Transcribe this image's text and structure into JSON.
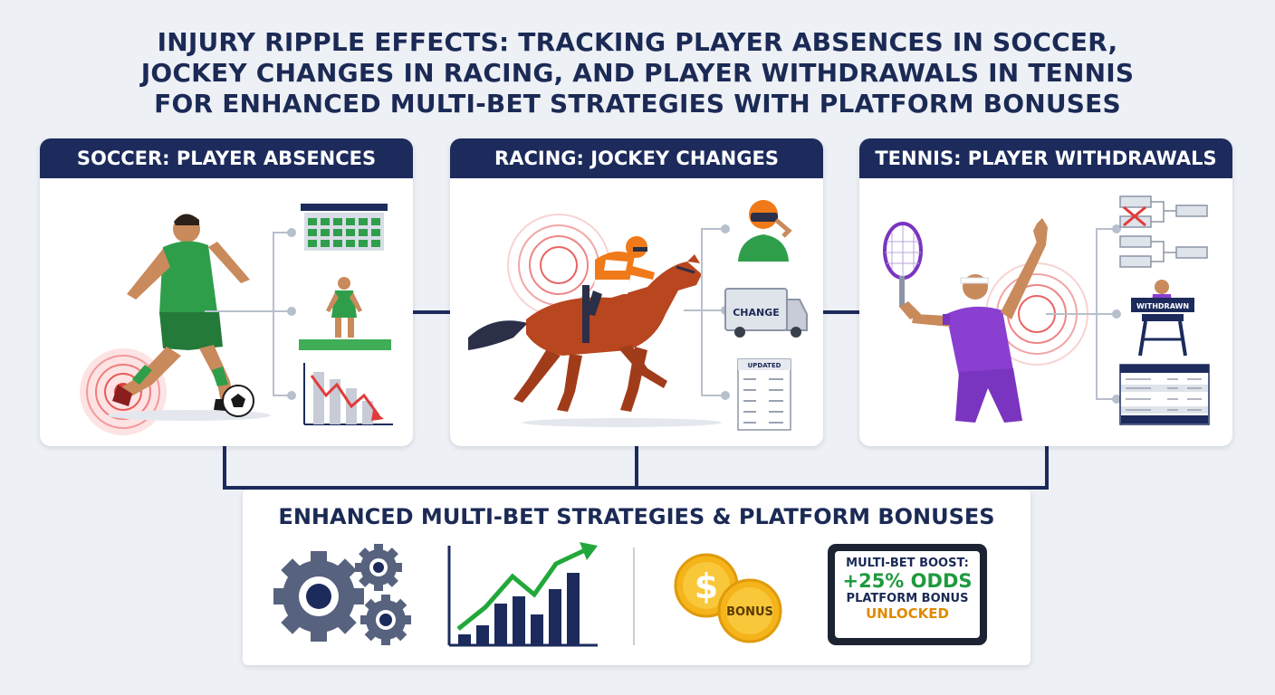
{
  "title": {
    "line1": "INJURY RIPPLE EFFECTS: TRACKING PLAYER ABSENCES IN SOCCER,",
    "line2": "JOCKEY CHANGES IN RACING, AND PLAYER WITHDRAWALS IN TENNIS",
    "line3": "FOR ENHANCED MULTI-BET STRATEGIES WITH PLATFORM BONUSES"
  },
  "panels": {
    "soccer": {
      "header": "SOCCER: PLAYER ABSENCES"
    },
    "racing": {
      "header": "RACING: JOCKEY CHANGES",
      "truck_label": "CHANGE",
      "odds_label": "UPDATED"
    },
    "tennis": {
      "header": "TENNIS: PLAYER WITHDRAWALS",
      "sign_label": "WITHDRAWN"
    }
  },
  "bottom": {
    "title": "ENHANCED MULTI-BET STRATEGIES & PLATFORM BONUSES",
    "coin_symbol": "$",
    "coin_label": "BONUS",
    "tablet": {
      "line1": "MULTI-BET BOOST:",
      "line2": "+25% ODDS",
      "line3": "PLATFORM BONUS",
      "line4": "UNLOCKED"
    }
  },
  "colors": {
    "navy": "#1c2b5c",
    "soccer_green": "#2f9e4a",
    "horse_brown": "#b8461f",
    "jockey_orange": "#f07a1a",
    "tennis_purple": "#8a3fd1",
    "trend_green": "#22a83a",
    "gold": "#f4b41a",
    "alert_red": "#e23b3b"
  },
  "icons": [
    "soccer-player-icon",
    "stadium-icon",
    "bench-player-icon",
    "falling-chart-icon",
    "jockey-horse-icon",
    "jockey-helmet-icon",
    "truck-icon",
    "odds-board-icon",
    "tennis-player-icon",
    "bracket-icon",
    "umpire-chair-icon",
    "gears-icon",
    "growth-chart-icon",
    "bonus-coins-icon",
    "tablet-icon"
  ]
}
